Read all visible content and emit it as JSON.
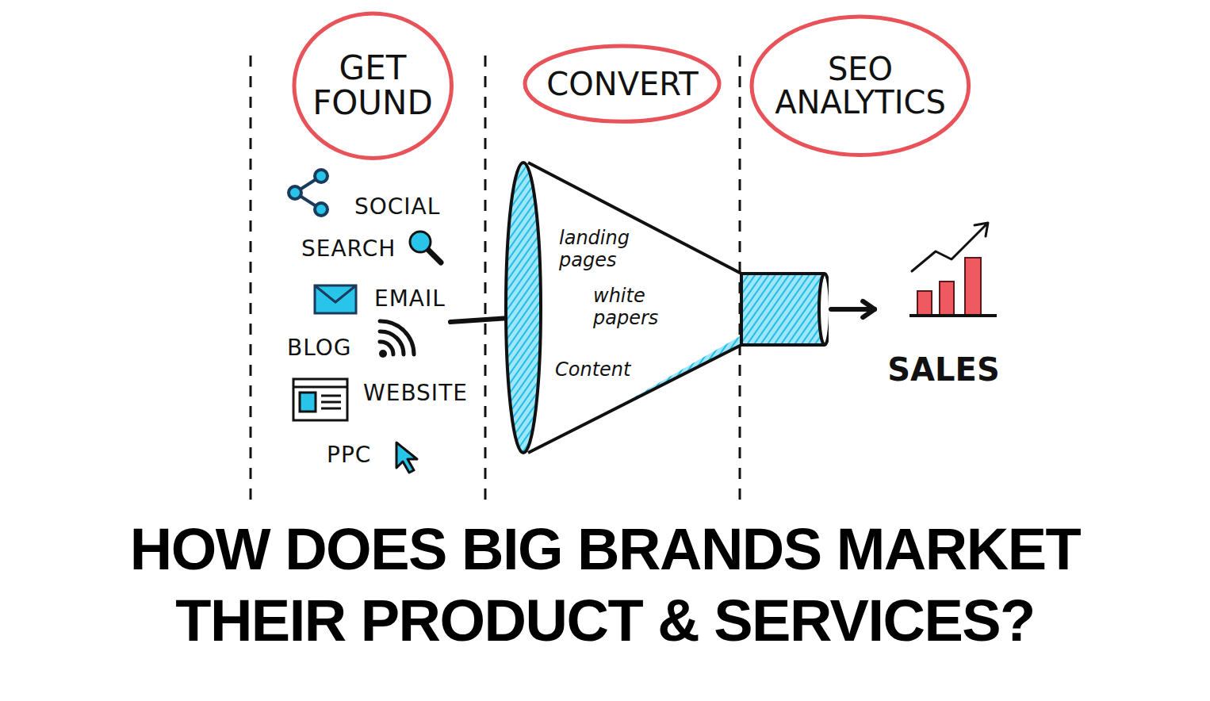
{
  "diagram": {
    "title": "HOW DOES BIG BRANDS MARKET THEIR PRODUCT & SERVICES?",
    "nodes": [
      {
        "text": [
          "GET FOUND"
        ]
      },
      {
        "text": [
          "CONVERT"
        ]
      },
      {
        "text": [
          "SEO ANALYTICS"
        ]
      },
      {
        "text": [
          "landing pages",
          "white papers",
          "Content"
        ]
      },
      {
        "text": [
          "SALES"
        ]
      }
    ],
    "edges": [
      {
        "from": 3,
        "to": 4,
        "arrow": "to"
      }
    ],
    "labels": [
      "SOCIAL",
      "SEARCH",
      "EMAIL",
      "BLOG",
      "WEBSITE",
      "PPC"
    ]
  }
}
